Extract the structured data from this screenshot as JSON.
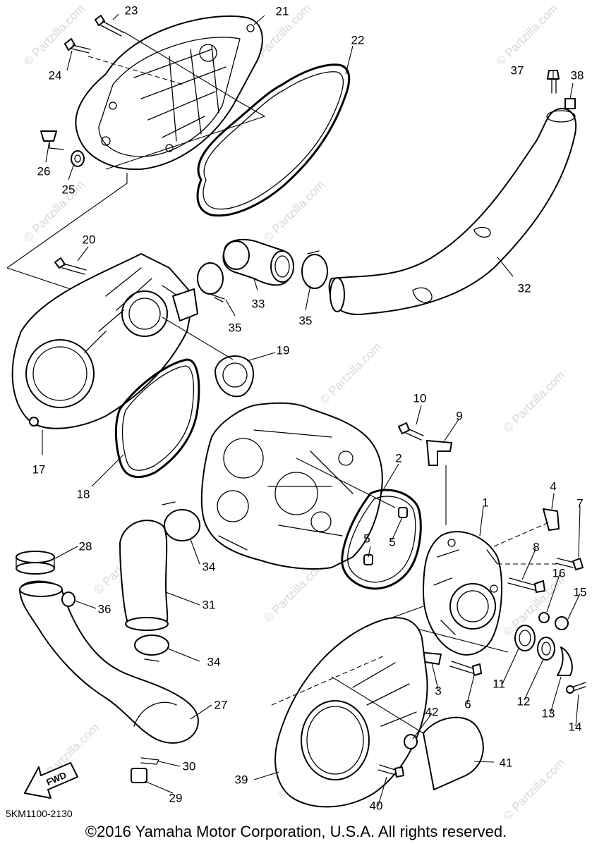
{
  "diagram": {
    "code": "5KM1100-2130",
    "copyright": "©2016 Yamaha Motor Corporation, U.S.A. All rights reserved.",
    "watermark": "© Partzilla.com",
    "fwd_label": "FWD",
    "callouts": [
      "1",
      "2",
      "3",
      "4",
      "5",
      "5",
      "6",
      "7",
      "8",
      "9",
      "10",
      "11",
      "12",
      "13",
      "14",
      "15",
      "16",
      "17",
      "18",
      "19",
      "20",
      "21",
      "22",
      "23",
      "24",
      "25",
      "26",
      "27",
      "28",
      "29",
      "30",
      "31",
      "32",
      "33",
      "34",
      "34",
      "35",
      "35",
      "36",
      "37",
      "38",
      "39",
      "40",
      "41",
      "42"
    ]
  }
}
